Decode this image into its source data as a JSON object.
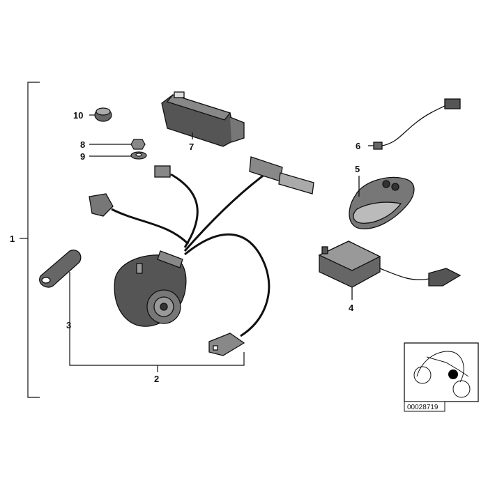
{
  "callouts": {
    "c1": "1",
    "c2": "2",
    "c3": "3",
    "c4": "4",
    "c5": "5",
    "c6": "6",
    "c7": "7",
    "c8": "8",
    "c9": "9",
    "c10": "10"
  },
  "inset": {
    "reference_number": "00028719"
  }
}
